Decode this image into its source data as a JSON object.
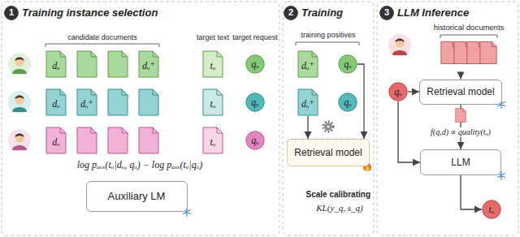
{
  "diagram": {
    "nodes": [
      {
        "text": [
          "1"
        ]
      },
      {
        "text": [
          "dᵤ"
        ]
      },
      {
        "text": [
          "dᵤ⁺"
        ]
      },
      {
        "text": [
          "tᵤ"
        ]
      },
      {
        "text": [
          "qᵤ"
        ]
      },
      {
        "text": [
          "dᵤ"
        ]
      },
      {
        "text": [
          "dᵤ⁺"
        ]
      },
      {
        "text": [
          "tᵤ"
        ]
      },
      {
        "text": [
          "qᵤ"
        ]
      },
      {
        "text": [
          "dᵤ"
        ]
      },
      {
        "text": [
          "tᵤ"
        ]
      },
      {
        "text": [
          "qᵤ"
        ]
      },
      {
        "text": [
          "Auxiliary LM"
        ]
      },
      {
        "text": [
          "2"
        ]
      },
      {
        "text": [
          "dᵤ⁺"
        ]
      },
      {
        "text": [
          "qᵤ"
        ]
      },
      {
        "text": [
          "dᵤ⁺"
        ]
      },
      {
        "text": [
          "qᵤ"
        ]
      },
      {
        "text": [
          "Retrieval model"
        ]
      },
      {
        "text": [
          "3"
        ]
      },
      {
        "text": [
          "historical documents"
        ]
      },
      {
        "text": [
          "qᵤ"
        ]
      },
      {
        "text": [
          "Retrieval model"
        ]
      },
      {
        "text": [
          "LLM"
        ]
      },
      {
        "text": [
          "tᵤ"
        ]
      }
    ],
    "edges": [
      {
        "from": 15,
        "to": 18,
        "arrow": "to"
      },
      {
        "from": 16,
        "to": 18,
        "arrow": "to"
      },
      {
        "from": 20,
        "to": 22,
        "arrow": "to"
      },
      {
        "from": 21,
        "to": 22,
        "arrow": "to"
      },
      {
        "from": 22,
        "to": 23,
        "label": "f(q,d) ∝ quality(tᵤ)",
        "arrow": "to"
      },
      {
        "from": 21,
        "to": 23,
        "arrow": "to"
      },
      {
        "from": 23,
        "to": 24,
        "arrow": "to"
      }
    ],
    "labels": [
      "Training instance selection",
      "candidate documents",
      "target text",
      "target request",
      "log pₐᵤₓ(tᵤ|dᵤ, qᵤ) − log pₐᵤₓ(tᵤ|qᵤ)",
      "Training",
      "training positives",
      "Scale calibrating",
      "KL(y_q, s_q)",
      "LLM Inference"
    ]
  }
}
